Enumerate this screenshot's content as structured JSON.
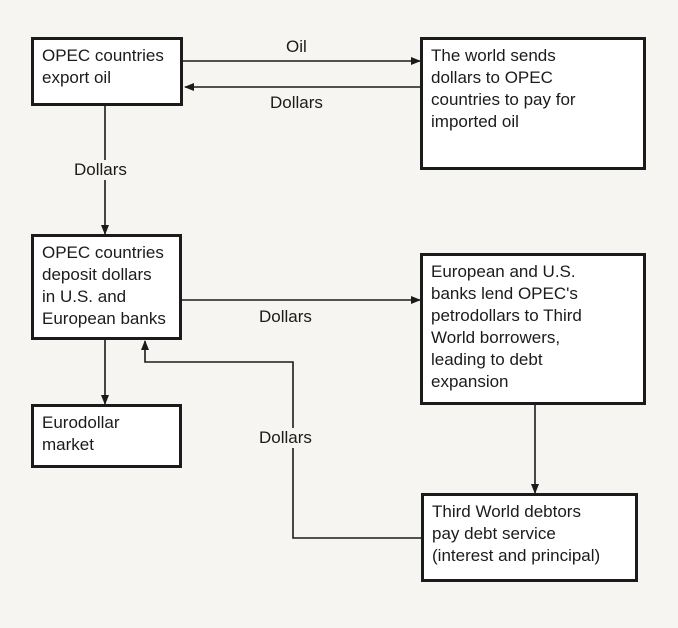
{
  "boxes": {
    "opec_export": "OPEC countries\nexport oil",
    "world_sends": "The world sends\ndollars to OPEC\ncountries to pay for\nimported oil",
    "opec_deposit": "OPEC countries\ndeposit dollars\nin U.S. and\nEuropean banks",
    "banks_lend": "European and U.S.\nbanks lend OPEC's\npetrodollars to Third\nWorld borrowers,\nleading to debt\nexpansion",
    "eurodollar": "Eurodollar\nmarket",
    "third_world": "Third World debtors\npay debt service\n(interest and principal)"
  },
  "edge_labels": {
    "oil": "Oil",
    "dollars_top": "Dollars",
    "dollars_left": "Dollars",
    "dollars_middle": "Dollars",
    "dollars_bottom": "Dollars"
  }
}
